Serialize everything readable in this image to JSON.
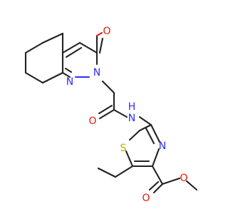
{
  "colors": {
    "carbon_bond": "#222222",
    "nitrogen": "#2e2ef5",
    "oxygen": "#e8170a",
    "sulfur": "#b8b000",
    "background": "#ffffff"
  },
  "atoms": {
    "ketone_o": "O",
    "ring_n2": "N",
    "ring_n1": "N",
    "amide_o": "O",
    "amide_nh": "H",
    "amide_n": "N",
    "thiazole_s": "S",
    "thiazole_n": "N",
    "ester_o_carbonyl": "O",
    "ester_o_methoxy": "O"
  }
}
